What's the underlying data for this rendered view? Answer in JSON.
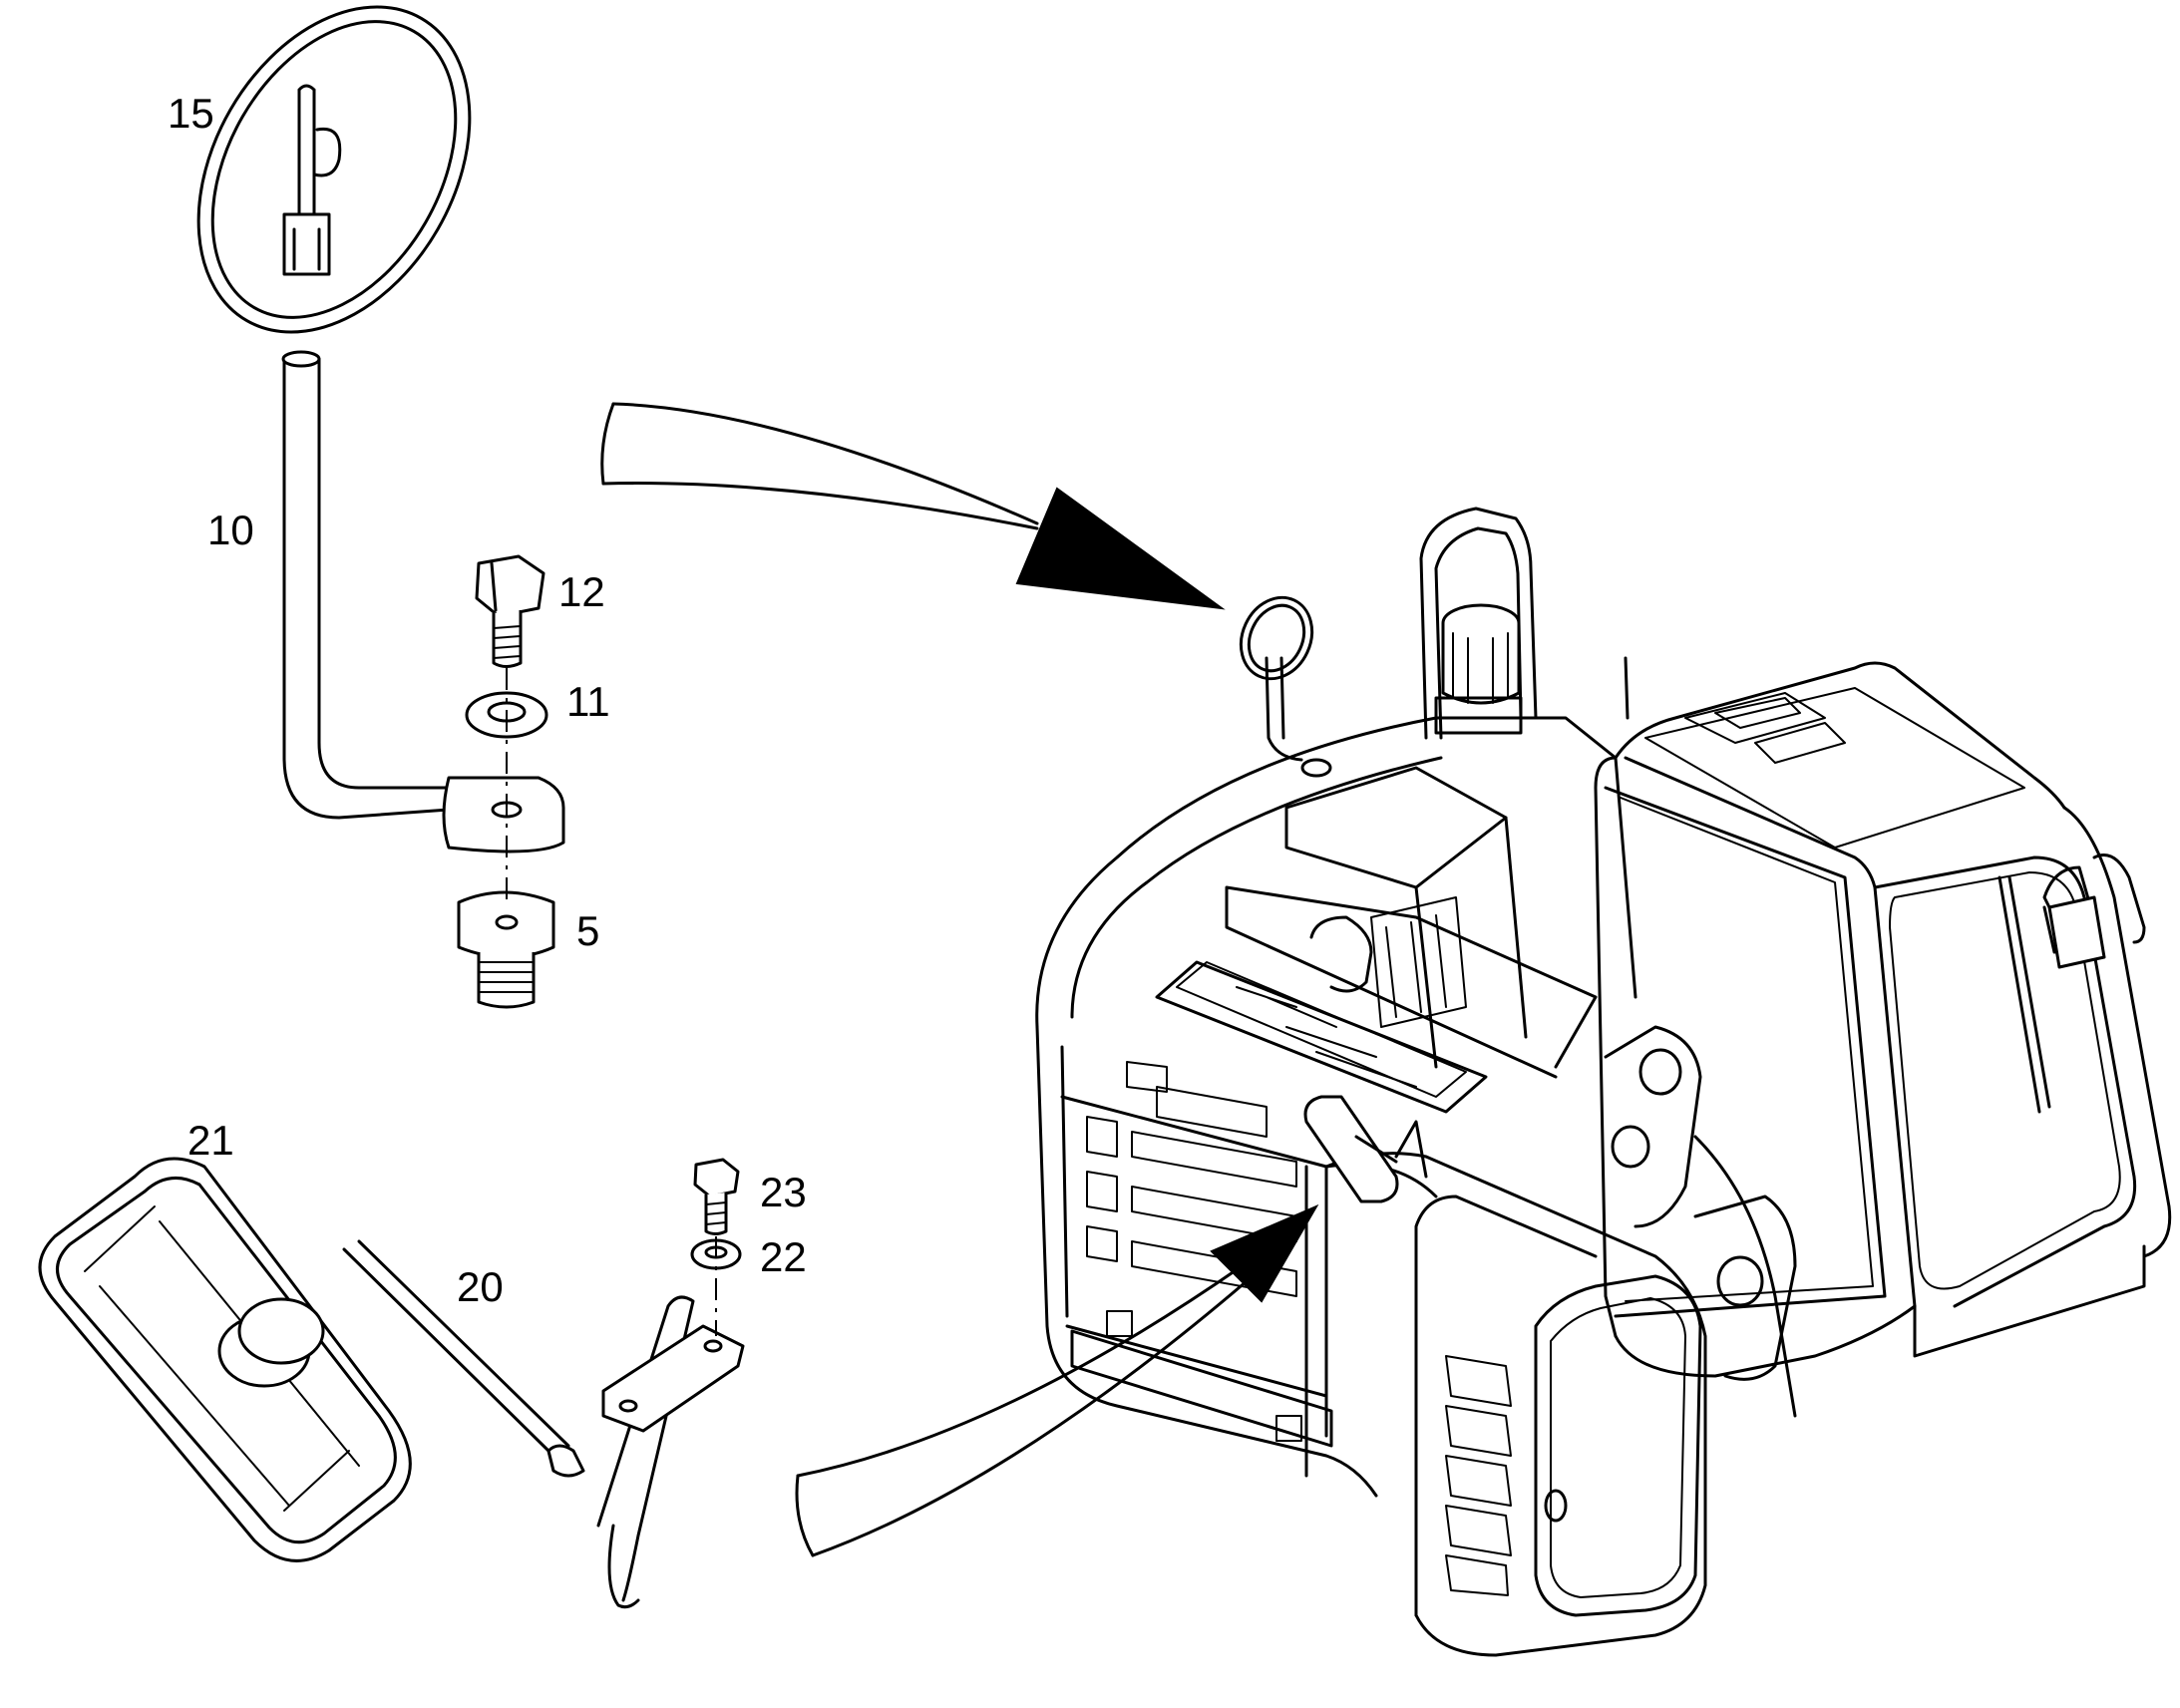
{
  "callouts": [
    {
      "id": "15",
      "text": "15"
    },
    {
      "id": "10",
      "text": "10"
    },
    {
      "id": "12",
      "text": "12"
    },
    {
      "id": "11",
      "text": "11"
    },
    {
      "id": "5",
      "text": "5"
    },
    {
      "id": "21",
      "text": "21"
    },
    {
      "id": "20",
      "text": "20"
    },
    {
      "id": "23",
      "text": "23"
    },
    {
      "id": "22",
      "text": "22"
    }
  ],
  "colors": {
    "line": "#000000",
    "background": "#ffffff"
  }
}
